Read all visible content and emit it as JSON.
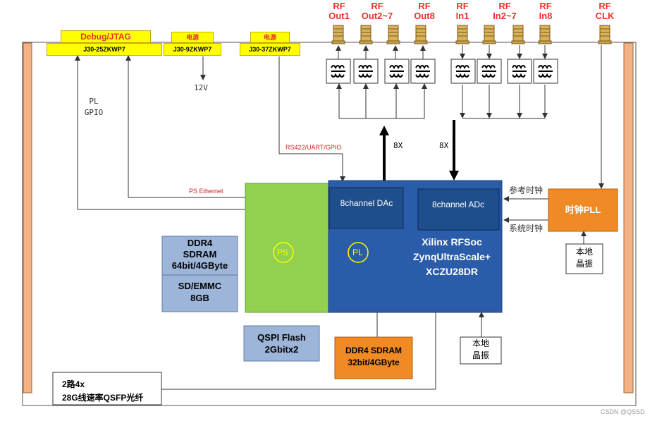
{
  "connectors": {
    "debug_title": "Debug/JTAG",
    "debug_part": "J30-25ZKWP7",
    "power1_title": "电源",
    "power1_part": "J30-9ZKWP7",
    "power2_title": "电源",
    "power2_part": "J30-37ZKWP7",
    "voltage": "12V",
    "pl_gpio": "PL GPIO"
  },
  "rf": {
    "out1": "RF Out1",
    "out2_7": "RF Out2~7",
    "out8": "RF Out8",
    "in1": "RF In1",
    "in2_7": "RF In2~7",
    "in8": "RF In8",
    "clk": "RF CLK"
  },
  "signals": {
    "rs422": "RS422/UART/GPIO",
    "ps_ethernet": "PS Ethernet",
    "dac_count": "8X",
    "adc_count": "8X",
    "ref_clock": "参考时钟",
    "sys_clock": "系统时钟"
  },
  "blocks": {
    "ps_label": "PS",
    "pl_label": "PL",
    "dac": "8channel DAc",
    "adc": "8channel ADc",
    "fpga_line1": "Xilinx RFSoc",
    "fpga_line2": "ZynqUltraScale+",
    "fpga_line3": "XCZU28DR",
    "ddr4_ps_line1": "DDR4",
    "ddr4_ps_line2": "SDRAM",
    "ddr4_ps_line3": "64bit/4GByte",
    "emmc_line1": "SD/EMMC",
    "emmc_line2": "8GB",
    "qspi_line1": "QSPI Flash",
    "qspi_line2": "2Gbitx2",
    "ddr4_pl_line1": "DDR4 SDRAM",
    "ddr4_pl_line2": "32bit/4GByte",
    "clock_pll": "时钟PLL",
    "osc1_line1": "本地",
    "osc1_line2": "晶振",
    "osc2_line1": "本地",
    "osc2_line2": "晶振",
    "qsfp_line1": "2路4x",
    "qsfp_line2": "28G线速率QSFP光纤"
  },
  "watermark": "CSDN @QSSD",
  "colors": {
    "ps_green": "#92d050",
    "fpga_blue": "#2a5caa",
    "dark_blue": "#1f4e8c",
    "light_blue": "#9db5d9",
    "orange": "#f08a24",
    "yellow": "#ffff00",
    "rail": "#f4b183"
  }
}
